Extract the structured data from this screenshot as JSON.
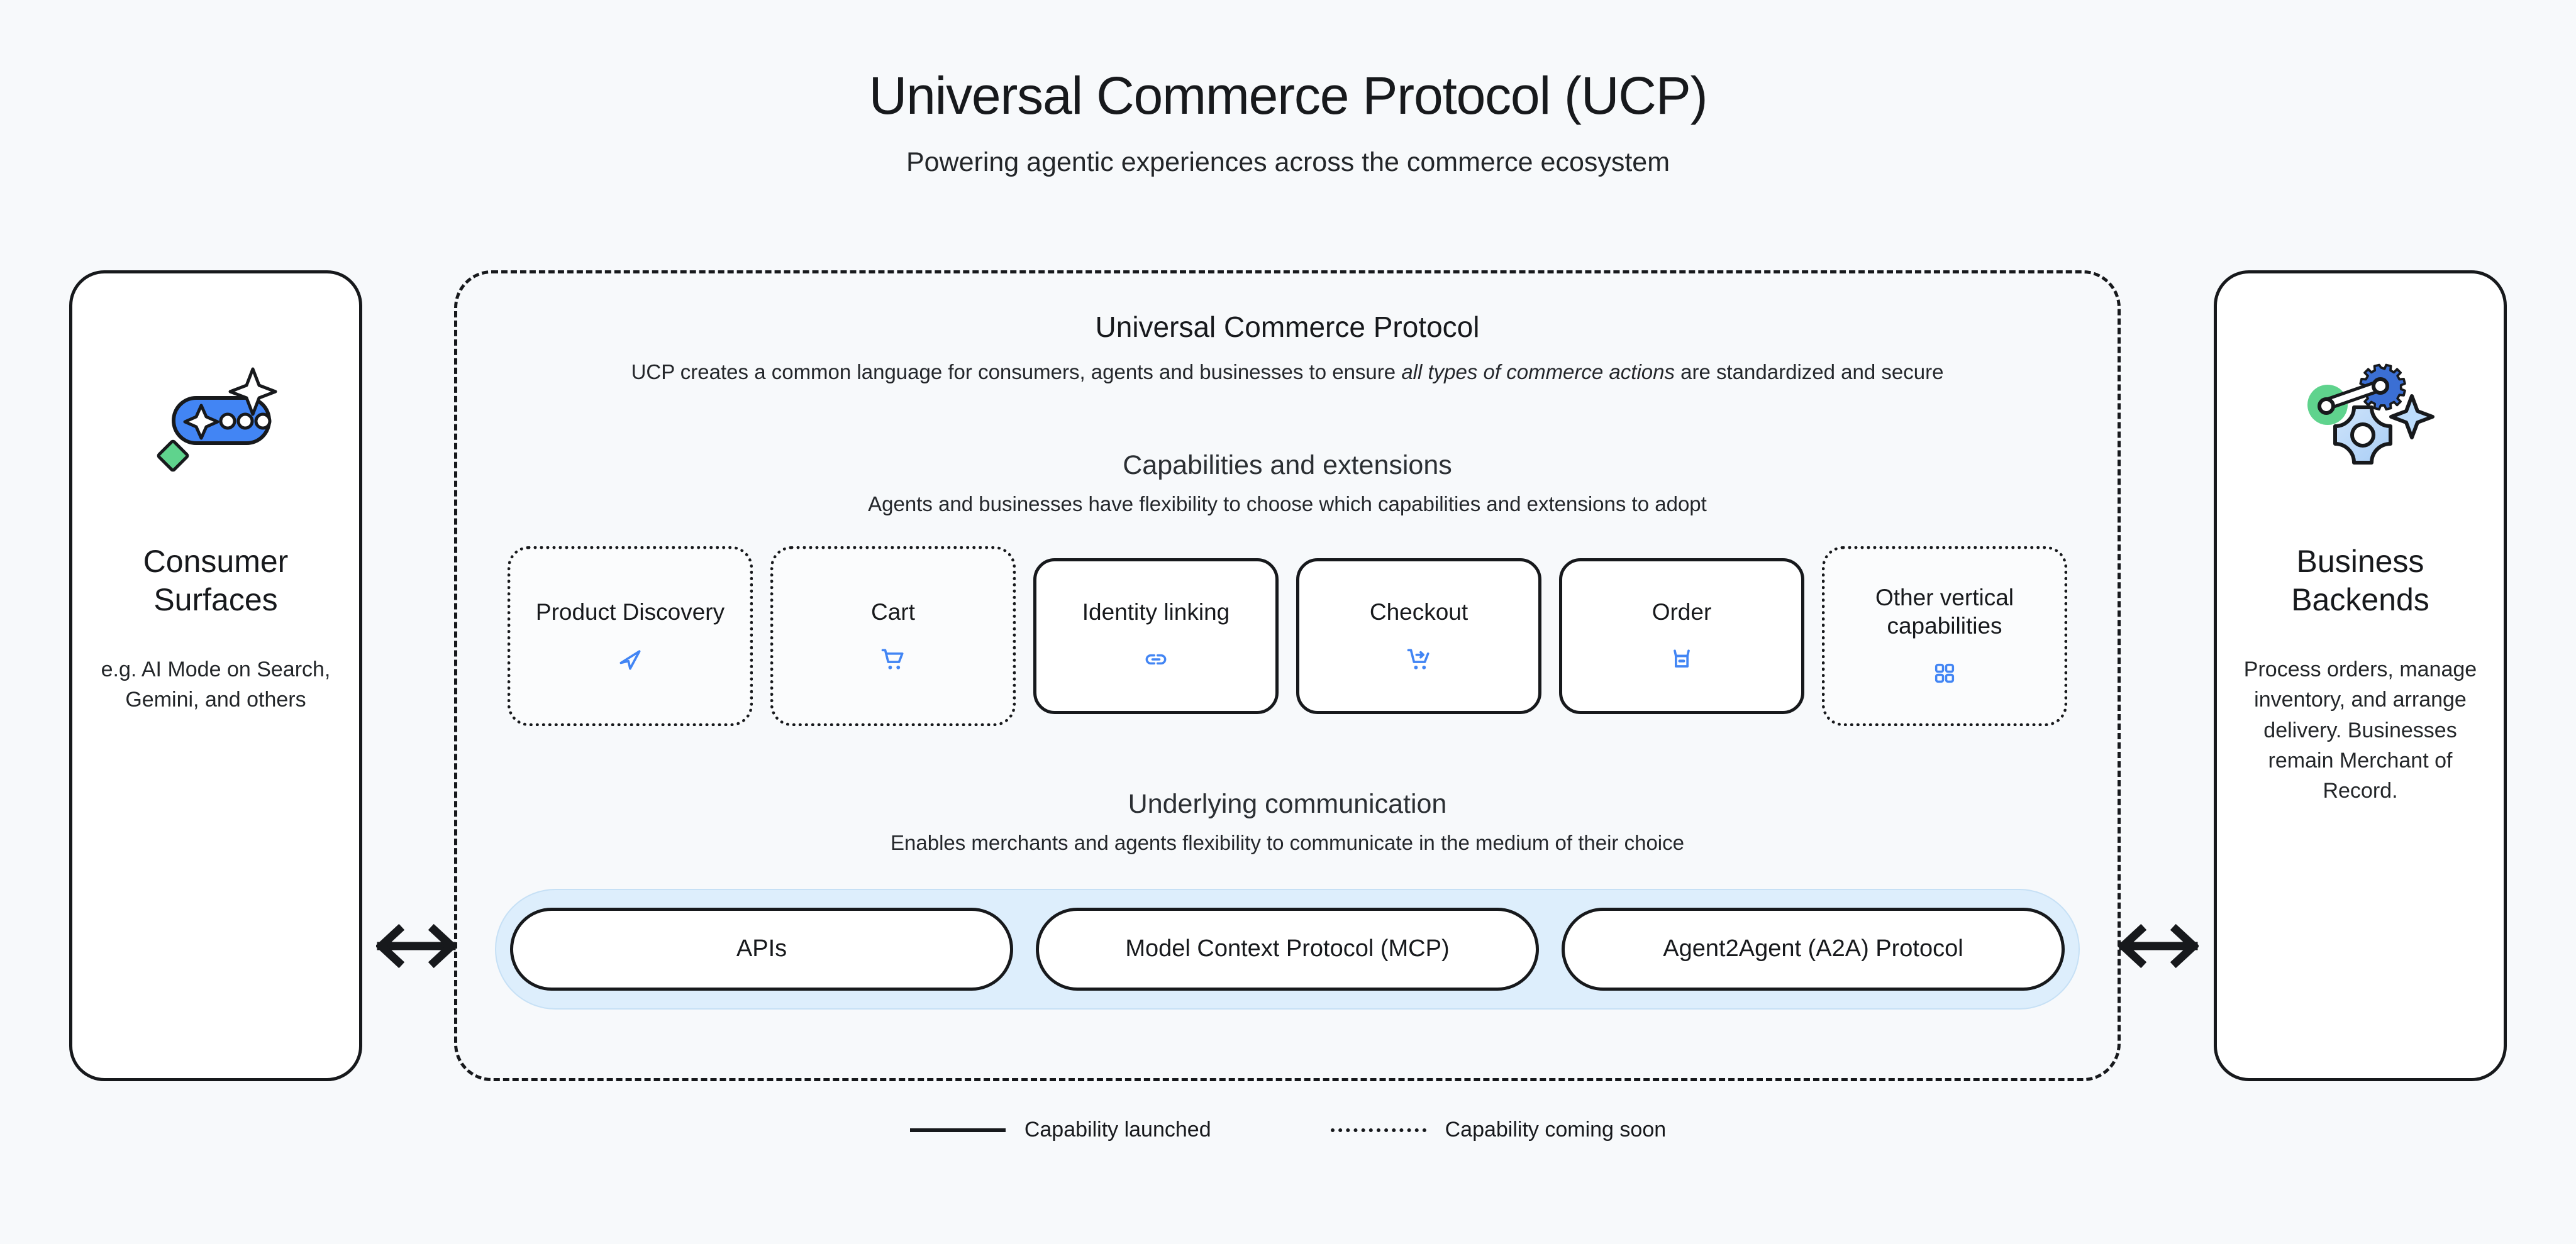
{
  "header": {
    "title": "Universal Commerce Protocol (UCP)",
    "subtitle": "Powering agentic experiences across the commerce ecosystem"
  },
  "left_panel": {
    "icon": "ai-chat-sparkle-icon",
    "title": "Consumer Surfaces",
    "description": "e.g. AI Mode on Search, Gemini, and others"
  },
  "right_panel": {
    "icon": "gears-settings-icon",
    "title": "Business Backends",
    "description": "Process orders, manage inventory, and arrange delivery. Businesses remain Merchant of Record."
  },
  "connectors": {
    "left_arrow": "bidirectional-arrow-icon",
    "right_arrow": "bidirectional-arrow-icon"
  },
  "ucp": {
    "title": "Universal Commerce Protocol",
    "description_part1": "UCP creates a common language for consumers, agents and businesses to ensure ",
    "description_emphasis": "all types of commerce actions",
    "description_part2": " are standardized and secure",
    "capabilities": {
      "heading": "Capabilities and extensions",
      "subheading": "Agents and businesses have flexibility to choose which capabilities and extensions to adopt",
      "cards": [
        {
          "label": "Product Discovery",
          "icon": "navigation-arrow-icon",
          "status": "soon"
        },
        {
          "label": "Cart",
          "icon": "shopping-cart-icon",
          "status": "soon"
        },
        {
          "label": "Identity linking",
          "icon": "link-chain-icon",
          "status": "launched"
        },
        {
          "label": "Checkout",
          "icon": "cart-checkout-arrow-icon",
          "status": "launched"
        },
        {
          "label": "Order",
          "icon": "inventory-box-icon",
          "status": "launched"
        },
        {
          "label": "Other vertical capabilities",
          "icon": "grid-squares-icon",
          "status": "soon"
        }
      ]
    },
    "communication": {
      "heading": "Underlying communication",
      "subheading": "Enables merchants and agents flexibility to communicate in the medium of their choice",
      "protocols": [
        {
          "label": "APIs"
        },
        {
          "label": "Model Context Protocol (MCP)"
        },
        {
          "label": "Agent2Agent (A2A) Protocol"
        }
      ]
    }
  },
  "legend": [
    {
      "label": "Capability launched",
      "style": "solid"
    },
    {
      "label": "Capability coming soon",
      "style": "dotted"
    }
  ],
  "colors": {
    "background": "#f7f9fb",
    "ink": "#17191c",
    "accent_blue": "#4285f4",
    "accent_green": "#5fd38d",
    "band_blue": "#ddeefc"
  }
}
